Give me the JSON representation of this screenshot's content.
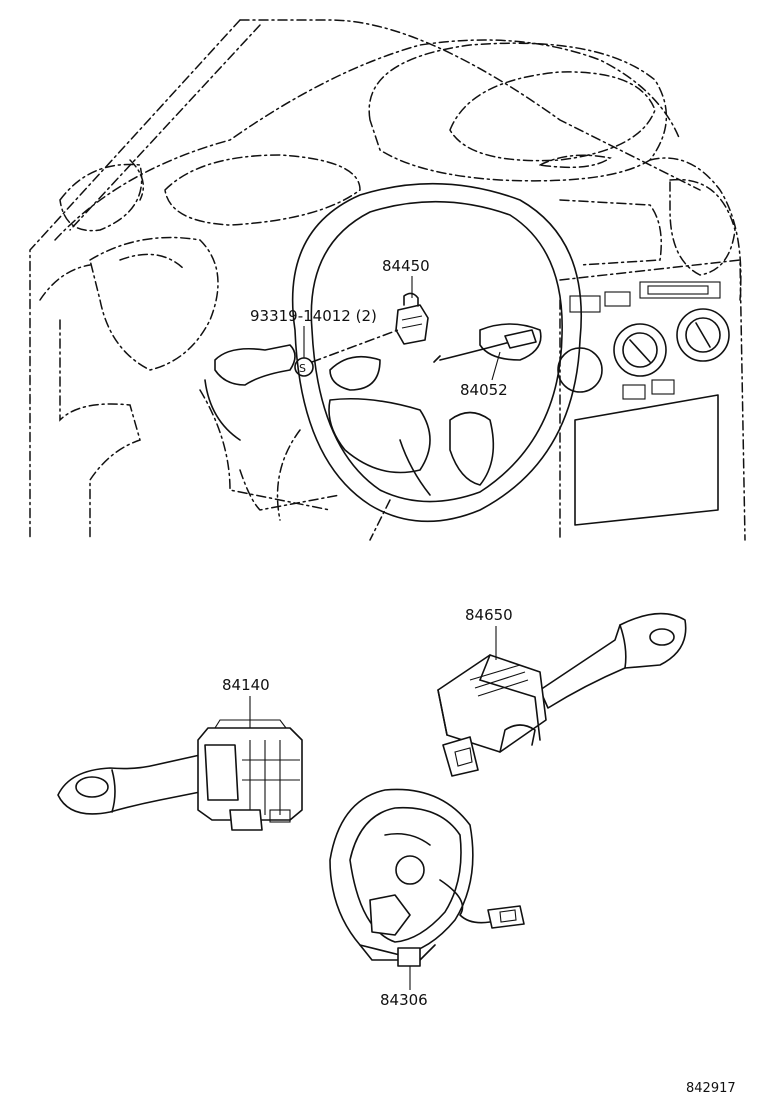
{
  "parts": {
    "airbag_sensor": "84450",
    "screw": "93319-14012 (2)",
    "screw_symbol": "S",
    "horn_wire": "84052",
    "light_switch": "84650",
    "wiper_switch": "84140",
    "spiral_cable": "84306"
  },
  "figure_number": "842917"
}
